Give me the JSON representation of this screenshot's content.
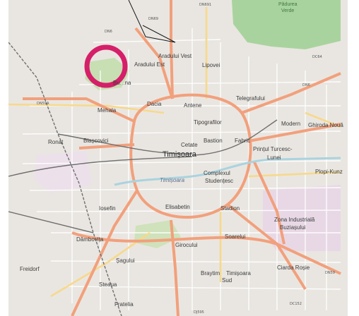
{
  "map": {
    "colors": {
      "background": "#e9e6e1",
      "park": "#a9d39e",
      "main_road": "#f2a07c",
      "secondary_road": "#f7d98b",
      "minor_road": "#ffffff",
      "rail": "#6f6f6f",
      "water": "#aad3df",
      "marker": "#d61f69",
      "industrial": "#e8d8e6"
    },
    "districts": {
      "aradului_vest": "Aradului Vest",
      "aradului_est": "Aradului Est",
      "lipovei": "Lipovei",
      "buziasului": "Bu...na",
      "dacia": "Dacia",
      "antene": "Antene",
      "telegrafului": "Telegrafului",
      "mehala": "Mehala",
      "tipografilor": "Tipografilor",
      "modern": "Modern",
      "ghiroda_noua": "Ghiroda Nouă",
      "ronat": "Ronat",
      "blascovici": "Blașcovici",
      "cetate": "Cetate",
      "bastion": "Bastion",
      "fabric": "Fabric",
      "printul_turcesc": "Prințul Turcesc-",
      "lunei": "Lunei",
      "timisoara": "Timișoara",
      "complexul": "Complexul",
      "studentesc": "Studențesc",
      "plopi_kunz": "Plopi-Kunz",
      "timisoara_river": "Timișoara",
      "iosefin": "Iosefin",
      "elisabetin": "Elisabetin",
      "stadion": "Stadion",
      "zona_industriala": "Zona Industrială",
      "buziasului_ind": "Buziașului",
      "dambovita": "Dâmbovița",
      "soarelui": "Soarelui",
      "sagului": "Șagului",
      "circumvalatiunii": "Girocului",
      "freidorf": "Freidorf",
      "braytim": "Braytim",
      "timisoara_sud": "Timișoara",
      "sud": "Sud",
      "calea_rosie": "Ciarda Roșie",
      "steaua": "Steaua",
      "fratelia": "Fratelia",
      "padurea_verde": "Pădurea",
      "verde": "Verde"
    },
    "roads": {
      "dn6_north": "DN6",
      "dn69": "DN69",
      "dc64": "DC64",
      "dn6_east": "DN6",
      "dn59a": "DN59A",
      "dn59": "DN59",
      "dn59_2": "DC152",
      "dj595": "DJ595",
      "dn691": "DN691"
    }
  }
}
